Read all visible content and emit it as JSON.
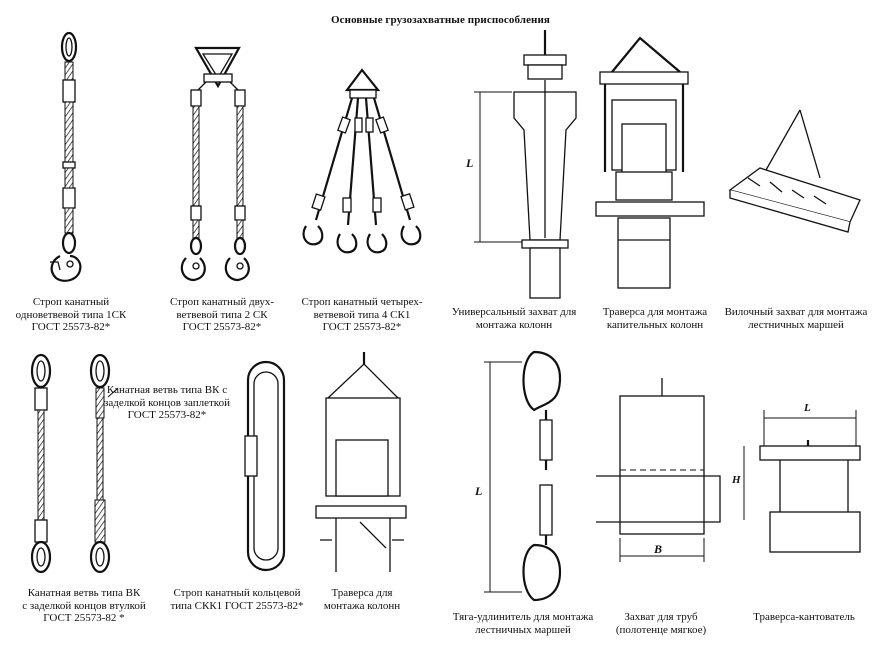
{
  "title": "Основные грузозахватные приспособления",
  "items": [
    {
      "lines": [
        "Строп канатный",
        "одноветвевой типа 1СК",
        "ГОСТ 25573-82*"
      ]
    },
    {
      "lines": [
        "Строп канатный двух-",
        "ветвевой типа 2 СК",
        "ГОСТ 25573-82*"
      ]
    },
    {
      "lines": [
        "Строп канатный четырех-",
        "ветвевой типа 4 СК1",
        "ГОСТ 25573-82*"
      ]
    },
    {
      "lines": [
        "Универсальный захват для",
        "монтажа колонн"
      ]
    },
    {
      "lines": [
        "Траверса для монтажа",
        "капительных колонн"
      ]
    },
    {
      "lines": [
        "Вилочный захват для монтажа",
        "лестничных маршей"
      ]
    },
    {
      "lines": [
        "Канатная ветвь типа ВК",
        "с заделкой концов втулкой",
        "ГОСТ 25573-82 *"
      ]
    },
    {
      "lines": [
        "Канатная ветвь типа ВК с",
        "заделкой концов заплеткой",
        "ГОСТ 25573-82*"
      ]
    },
    {
      "lines": [
        "Строп канатный кольцевой",
        "типа СКК1  ГОСТ 25573-82*"
      ]
    },
    {
      "lines": [
        "Траверса для",
        "монтажа колонн"
      ]
    },
    {
      "lines": [
        "Тяга-удлинитель для монтажа",
        "лестничных маршей"
      ]
    },
    {
      "lines": [
        "Захват для труб",
        "(полотенце мягкое)"
      ]
    },
    {
      "lines": [
        "Траверса-кантователь"
      ]
    }
  ],
  "dim_labels": {
    "column_grip_L": "L",
    "extender_L": "L",
    "pipe_B": "B",
    "tilter_L": "L",
    "tilter_H": "H"
  }
}
